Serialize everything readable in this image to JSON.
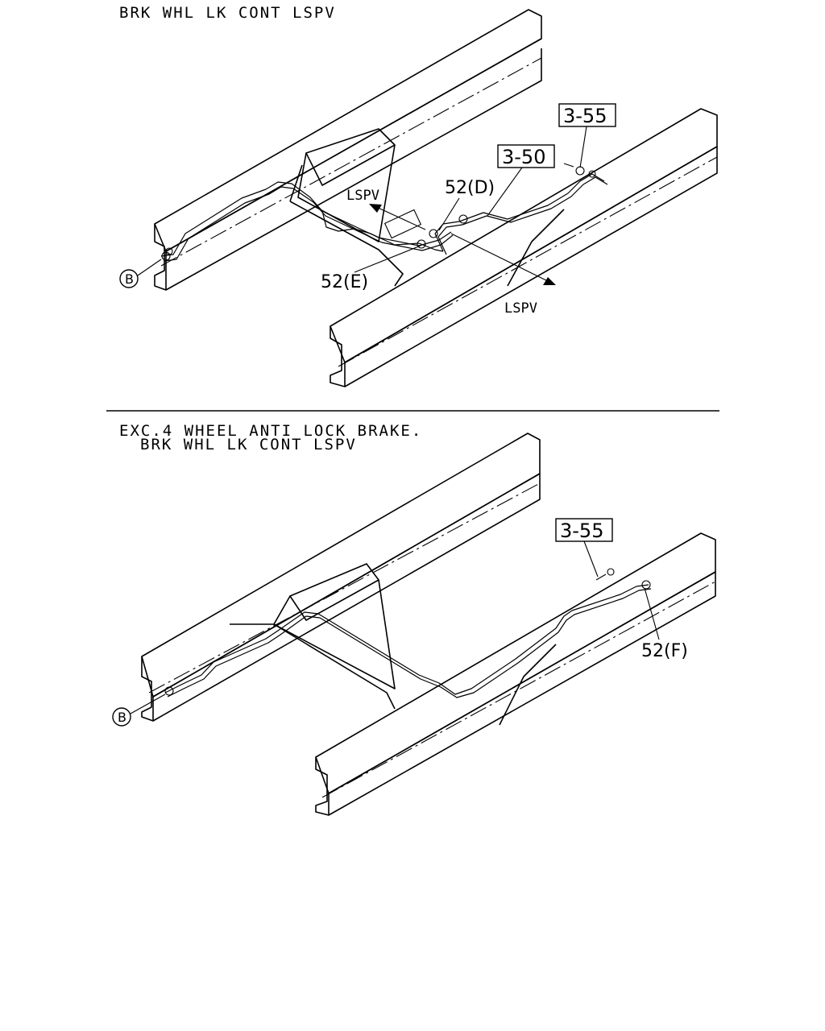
{
  "top_section": {
    "title": "BRK WHL LK CONT LSPV",
    "refs": {
      "ref_a": "3-55",
      "ref_b": "3-50"
    },
    "callouts": {
      "part_d": "52(D)",
      "part_e": "52(E)"
    },
    "arrows": {
      "lspv_upper": "LSPV",
      "lspv_lower": "LSPV"
    },
    "connector": "B"
  },
  "bottom_section": {
    "title_line1": "EXC.4 WHEEL ANTI LOCK BRAKE.",
    "title_line2": "BRK WHL LK CONT LSPV",
    "refs": {
      "ref_a": "3-55"
    },
    "callouts": {
      "part_f": "52(F)"
    },
    "connector": "B"
  }
}
